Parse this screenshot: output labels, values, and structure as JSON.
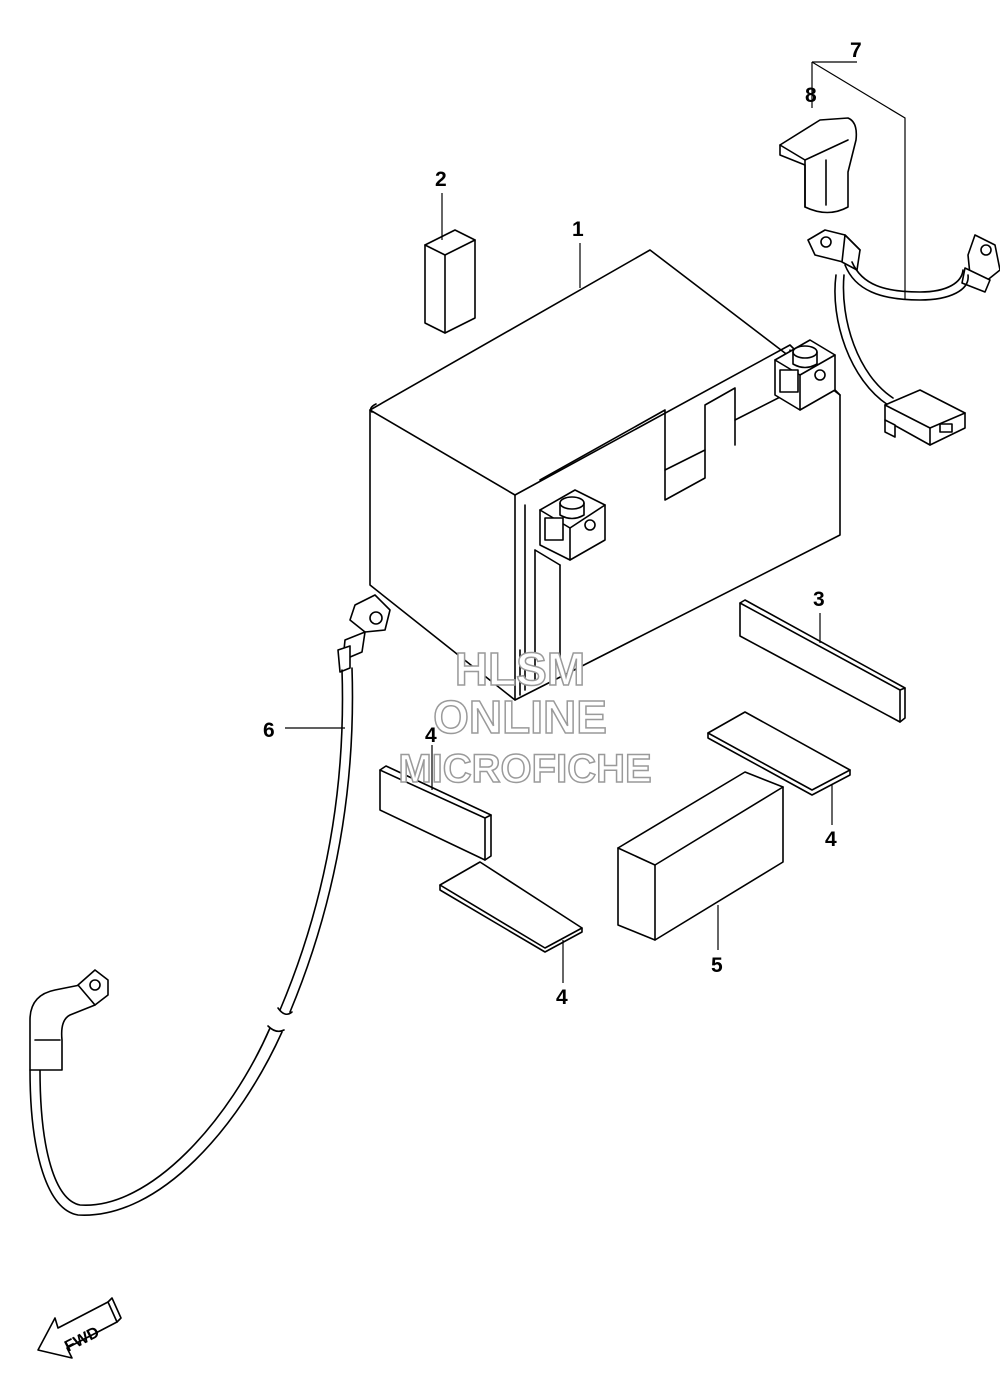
{
  "diagram": {
    "callouts": [
      {
        "id": "c1",
        "label": "1"
      },
      {
        "id": "c2",
        "label": "2"
      },
      {
        "id": "c3",
        "label": "3"
      },
      {
        "id": "c4a",
        "label": "4"
      },
      {
        "id": "c4b",
        "label": "4"
      },
      {
        "id": "c4c",
        "label": "4"
      },
      {
        "id": "c5",
        "label": "5"
      },
      {
        "id": "c6",
        "label": "6"
      },
      {
        "id": "c7",
        "label": "7"
      },
      {
        "id": "c8",
        "label": "8"
      }
    ],
    "watermark": {
      "line1": "HLSM",
      "line2": "ONLINE",
      "line3": "MICROFICHE",
      "color": "#9a9a9a"
    },
    "fwd_label": "FWD"
  }
}
